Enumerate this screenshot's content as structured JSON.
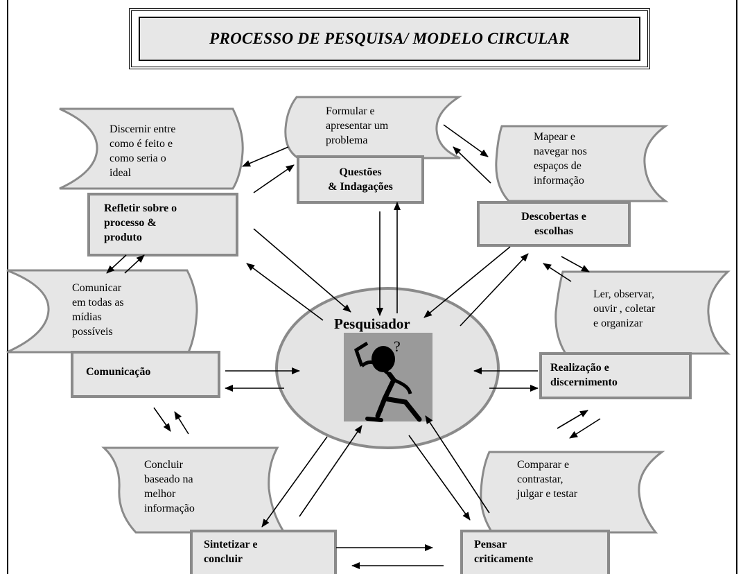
{
  "title": "PROCESSO DE PESQUISA/ MODELO CIRCULAR",
  "center": {
    "label": "Pesquisador",
    "figure_icon": "thinking-person-icon",
    "figure_bg": "#9a9a9a"
  },
  "colors": {
    "box_fill": "#e6e6e6",
    "box_border": "#8a8a8a",
    "ellipse_fill": "#e4e4e4",
    "ellipse_border": "#8a8a8a"
  },
  "nodes": [
    {
      "id": "questoes",
      "label_lines": [
        "Questões",
        "& Indagações"
      ],
      "scroll_lines": [
        "Formular e",
        "apresentar um",
        "problema"
      ]
    },
    {
      "id": "descobertas",
      "label_lines": [
        "Descobertas e",
        "escolhas"
      ],
      "scroll_lines": [
        "Mapear e",
        "navegar nos",
        "espaços de",
        "informação"
      ]
    },
    {
      "id": "realizacao",
      "label_lines": [
        "Realização e",
        "discernimento"
      ],
      "scroll_lines": [
        "Ler, observar,",
        "ouvir , coletar",
        "e organizar"
      ]
    },
    {
      "id": "pensar",
      "label_lines": [
        "Pensar",
        "criticamente"
      ],
      "scroll_lines": [
        "Comparar e",
        "contrastar,",
        "julgar e testar"
      ]
    },
    {
      "id": "sintetizar",
      "label_lines": [
        "Sintetizar e",
        "concluir"
      ],
      "scroll_lines": [
        "Concluir",
        "baseado na",
        "melhor",
        "informação"
      ]
    },
    {
      "id": "comunicacao",
      "label_lines": [
        "Comunicação"
      ],
      "scroll_lines": [
        "Comunicar",
        "em todas as",
        "mídias",
        "possíveis"
      ]
    },
    {
      "id": "refletir",
      "label_lines": [
        "Refletir sobre o",
        "processo &",
        "produto"
      ],
      "scroll_lines": [
        "Discernir entre",
        "como é feito e",
        "como seria o",
        "ideal"
      ]
    }
  ]
}
